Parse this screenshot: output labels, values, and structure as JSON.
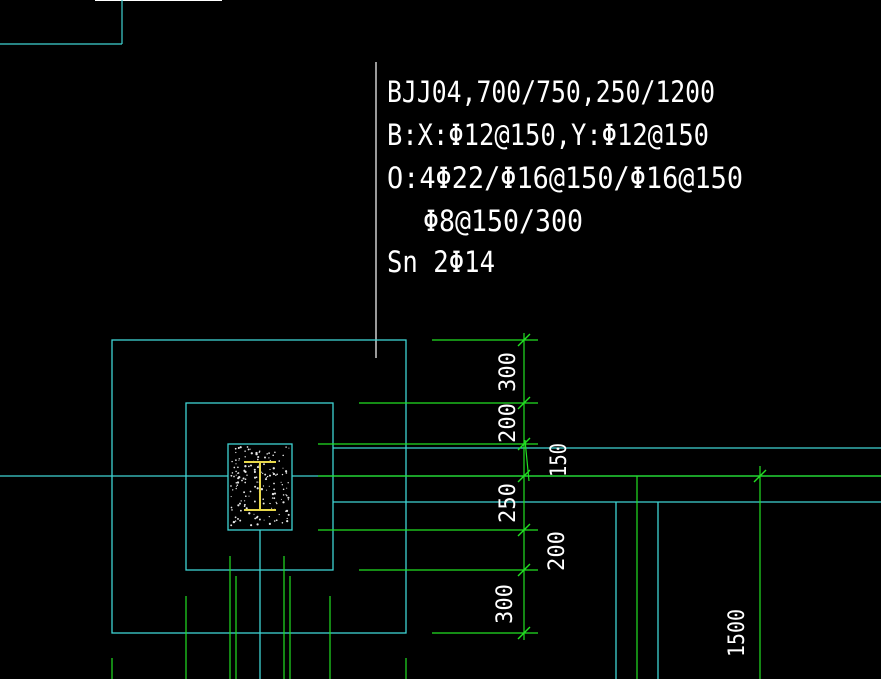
{
  "annotation": {
    "line1": "BJJ04,700/750,250/1200",
    "line2": "B:X:Φ12@150,Y:Φ12@150",
    "line3": "O:4Φ22/Φ16@150/Φ16@150",
    "line4": "Φ8@150/300",
    "line5": "Sn 2Φ14"
  },
  "dimensions": {
    "d300_top": "300",
    "d200_top": "200",
    "d150": "150",
    "d250": "250",
    "d200_bottom": "200",
    "d300_bottom": "300",
    "d1500": "1500"
  },
  "colors": {
    "background": "#000000",
    "cyan": "#3fd3d3",
    "green": "#22e022",
    "white": "#ffffff",
    "yellow": "#e8d84a"
  }
}
